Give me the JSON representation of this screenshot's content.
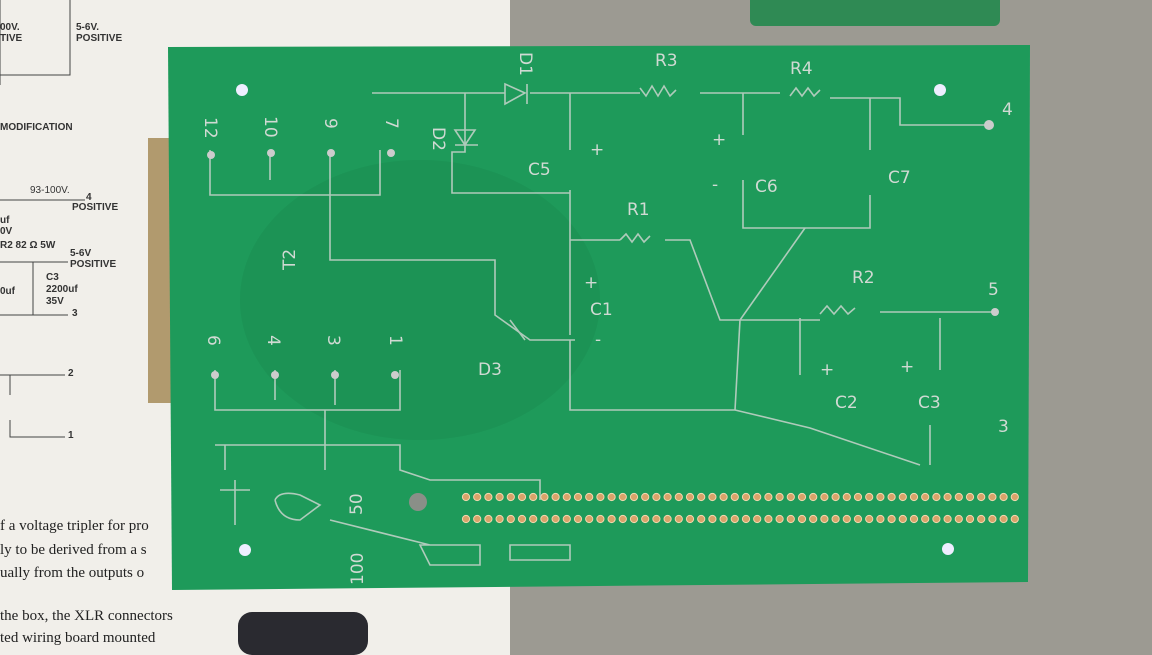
{
  "paper": {
    "schematic_labels": [
      "00V.",
      "TIVE",
      "5-6V.",
      "POSITIVE",
      "MODIFICATION",
      "93-100V.",
      "4",
      "POSITIVE",
      "uf",
      "0V",
      "R2  82 Ω 5W",
      "5-6V",
      "POSITIVE",
      "0uf",
      "C3",
      "2200uf",
      "35V",
      "3",
      "2",
      "1"
    ],
    "prose_lines": [
      "f a voltage tripler for pro",
      "ly to be derived from a s",
      "ually from the outputs o",
      "the box, the XLR connectors",
      "ted wiring board mounted"
    ]
  },
  "board": {
    "labels": {
      "r3": "R3",
      "r4": "R4",
      "d1": "D1",
      "d2": "D2",
      "c5": "C5",
      "c6": "C6",
      "c7": "C7",
      "r1": "R1",
      "r2": "R2",
      "c1": "C1",
      "c2": "C2",
      "c3": "C3",
      "d3": "D3",
      "t2": "T2",
      "pin12": "12",
      "pin10": "10",
      "pin9": "9",
      "pin7": "7",
      "pin6": "6",
      "pin4": "4",
      "pin3": "3",
      "pin1": "1",
      "out4": "4",
      "out5": "5",
      "out3": "3",
      "plus": "+",
      "minus": "-",
      "mark50": "50",
      "mark100": "100"
    }
  },
  "colors": {
    "board": "#1e9a5a",
    "paper": "#f1efea",
    "background": "#9c9a92"
  }
}
